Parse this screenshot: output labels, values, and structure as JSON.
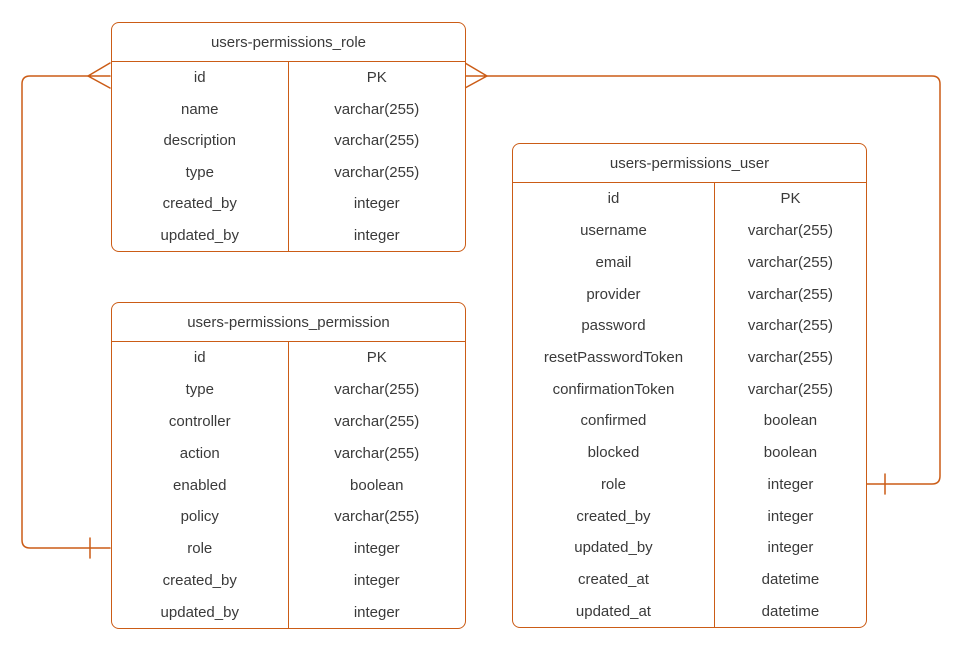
{
  "diagram": {
    "colors": {
      "stroke": "#cb5c16",
      "text": "#3a3a3a",
      "background": "#ffffff"
    },
    "entities": [
      {
        "title": "users-permissions_role",
        "rows": [
          {
            "field": "id",
            "type": "PK"
          },
          {
            "field": "name",
            "type": "varchar(255)"
          },
          {
            "field": "description",
            "type": "varchar(255)"
          },
          {
            "field": "type",
            "type": "varchar(255)"
          },
          {
            "field": "created_by",
            "type": "integer"
          },
          {
            "field": "updated_by",
            "type": "integer"
          }
        ]
      },
      {
        "title": "users-permissions_permission",
        "rows": [
          {
            "field": "id",
            "type": "PK"
          },
          {
            "field": "type",
            "type": "varchar(255)"
          },
          {
            "field": "controller",
            "type": "varchar(255)"
          },
          {
            "field": "action",
            "type": "varchar(255)"
          },
          {
            "field": "enabled",
            "type": "boolean"
          },
          {
            "field": "policy",
            "type": "varchar(255)"
          },
          {
            "field": "role",
            "type": "integer"
          },
          {
            "field": "created_by",
            "type": "integer"
          },
          {
            "field": "updated_by",
            "type": "integer"
          }
        ]
      },
      {
        "title": "users-permissions_user",
        "rows": [
          {
            "field": "id",
            "type": "PK"
          },
          {
            "field": "username",
            "type": "varchar(255)"
          },
          {
            "field": "email",
            "type": "varchar(255)"
          },
          {
            "field": "provider",
            "type": "varchar(255)"
          },
          {
            "field": "password",
            "type": "varchar(255)"
          },
          {
            "field": "resetPasswordToken",
            "type": "varchar(255)"
          },
          {
            "field": "confirmationToken",
            "type": "varchar(255)"
          },
          {
            "field": "confirmed",
            "type": "boolean"
          },
          {
            "field": "blocked",
            "type": "boolean"
          },
          {
            "field": "role",
            "type": "integer"
          },
          {
            "field": "created_by",
            "type": "integer"
          },
          {
            "field": "updated_by",
            "type": "integer"
          },
          {
            "field": "created_at",
            "type": "datetime"
          },
          {
            "field": "updated_at",
            "type": "datetime"
          }
        ]
      }
    ],
    "relationships": [
      {
        "endpoint_a": "users-permissions_role.id",
        "endpoint_b": "users-permissions_permission.role",
        "marker_at_a": "crow-foot-many",
        "marker_at_b": "one-tick",
        "route": "left side via x=22"
      },
      {
        "endpoint_a": "users-permissions_role.id",
        "endpoint_b": "users-permissions_user.role",
        "marker_at_a": "crow-foot-many",
        "marker_at_b": "one-tick",
        "route": "right side via x=940"
      }
    ]
  }
}
